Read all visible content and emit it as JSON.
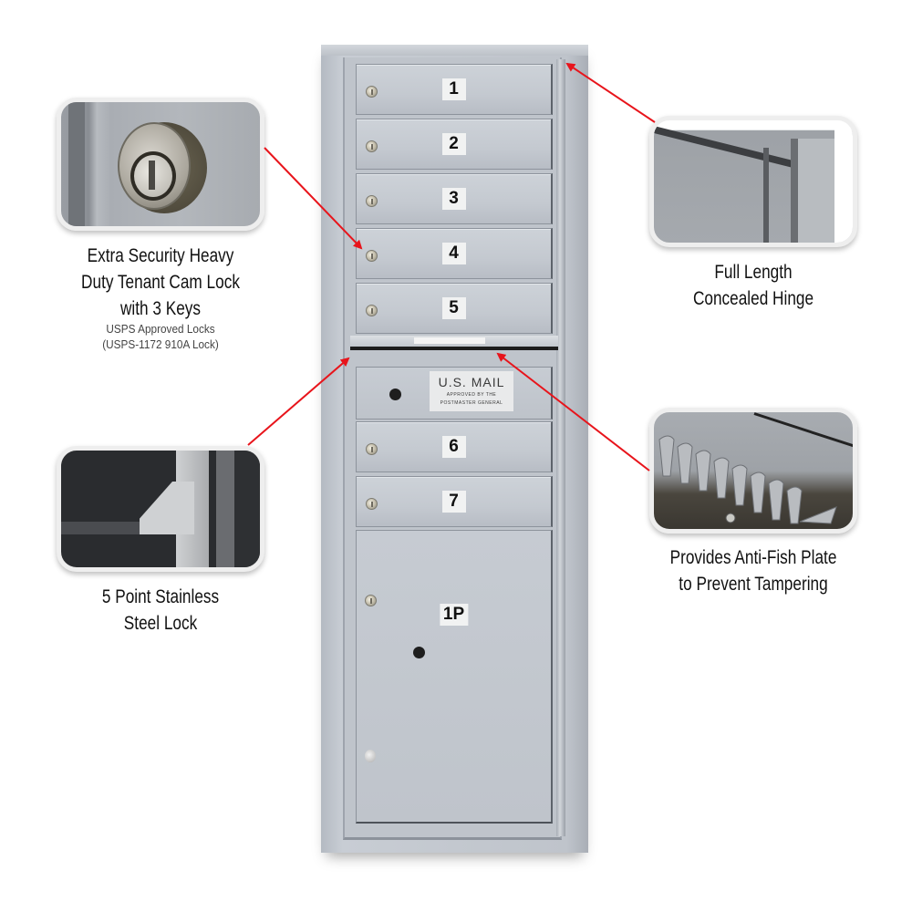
{
  "mailbox": {
    "doors": [
      {
        "label": "1"
      },
      {
        "label": "2"
      },
      {
        "label": "3"
      },
      {
        "label": "4"
      },
      {
        "label": "5"
      },
      {
        "label": "6"
      },
      {
        "label": "7"
      }
    ],
    "mail_plate": {
      "title": "U.S. MAIL",
      "subtitle_line1": "APPROVED BY THE",
      "subtitle_line2": "POSTMASTER GENERAL"
    },
    "parcel_door": {
      "label": "1P"
    },
    "colors": {
      "body": "#c3c8cf",
      "arrow": "#e8141b"
    }
  },
  "callouts": [
    {
      "id": "cam-lock",
      "title_lines": [
        "Extra Security Heavy",
        "Duty Tenant Cam Lock",
        "with 3 Keys"
      ],
      "sub_lines": [
        "USPS Approved Locks",
        "(USPS-1172 910A Lock)"
      ],
      "photo": "cam-lock-closeup"
    },
    {
      "id": "hinge",
      "title_lines": [
        "Full Length",
        "Concealed Hinge"
      ],
      "photo": "hinge-closeup"
    },
    {
      "id": "stainless-lock",
      "title_lines": [
        "5 Point Stainless",
        "Steel Lock"
      ],
      "photo": "stainless-lock-closeup"
    },
    {
      "id": "anti-fish",
      "title_lines": [
        "Provides Anti-Fish Plate",
        "to Prevent Tampering"
      ],
      "photo": "anti-fish-plate-closeup"
    }
  ]
}
